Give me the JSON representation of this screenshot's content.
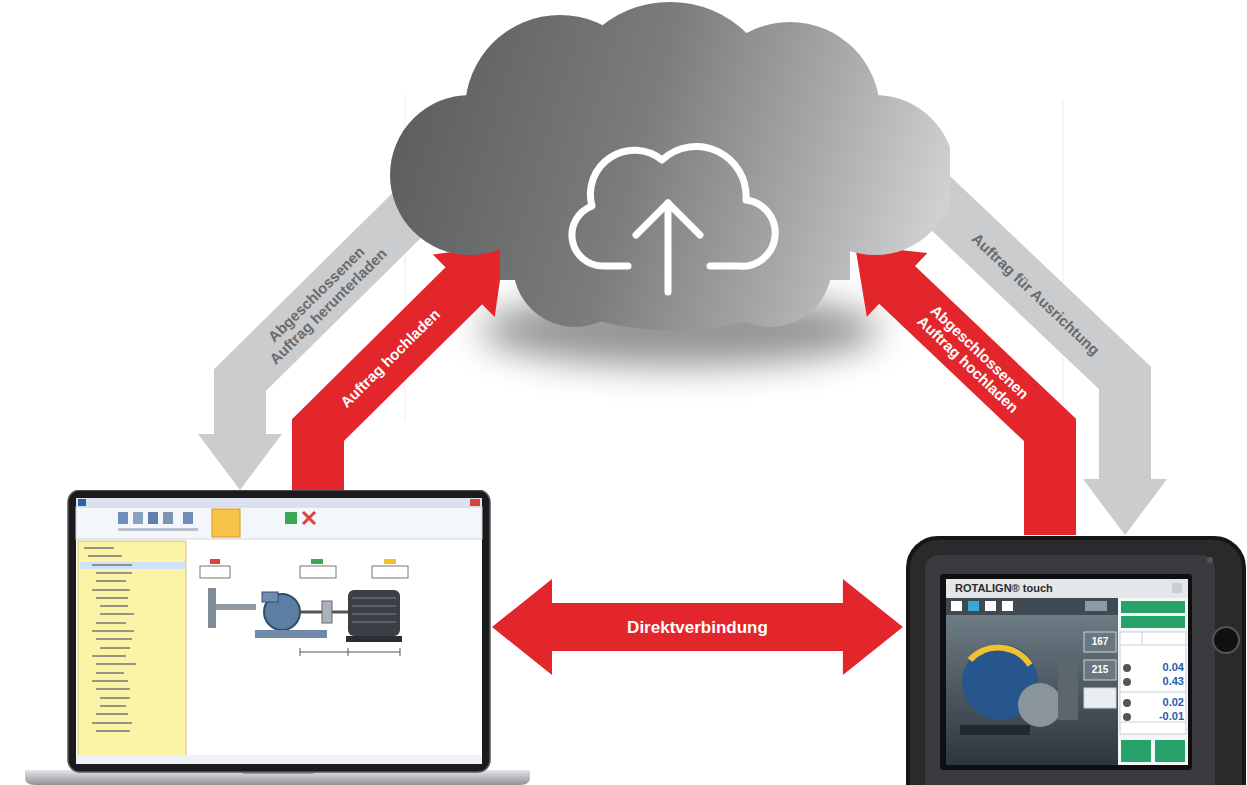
{
  "diagram": {
    "nodes": [
      {
        "text": []
      },
      {
        "text": []
      },
      {
        "text": [
          "ROTALIGN® touch"
        ]
      }
    ],
    "edges": [
      {
        "from": 0,
        "to": 1,
        "arrow": "to",
        "label": "Abgeschlossenen Auftrag herunterladen"
      },
      {
        "from": 1,
        "to": 0,
        "arrow": "to",
        "label": "Auftrag hochladen"
      },
      {
        "from": 2,
        "to": 0,
        "arrow": "to",
        "label": "Abgeschlossenen Auftrag hochladen"
      },
      {
        "from": 0,
        "to": 2,
        "arrow": "to",
        "label": "Auftrag für Ausrichtung"
      },
      {
        "from": 1,
        "to": 2,
        "arrow": "both",
        "label": "Direktverbindung"
      }
    ],
    "labels": [
      "167",
      "215",
      "0.04",
      "0.43",
      "0.02",
      "-0.01"
    ]
  }
}
